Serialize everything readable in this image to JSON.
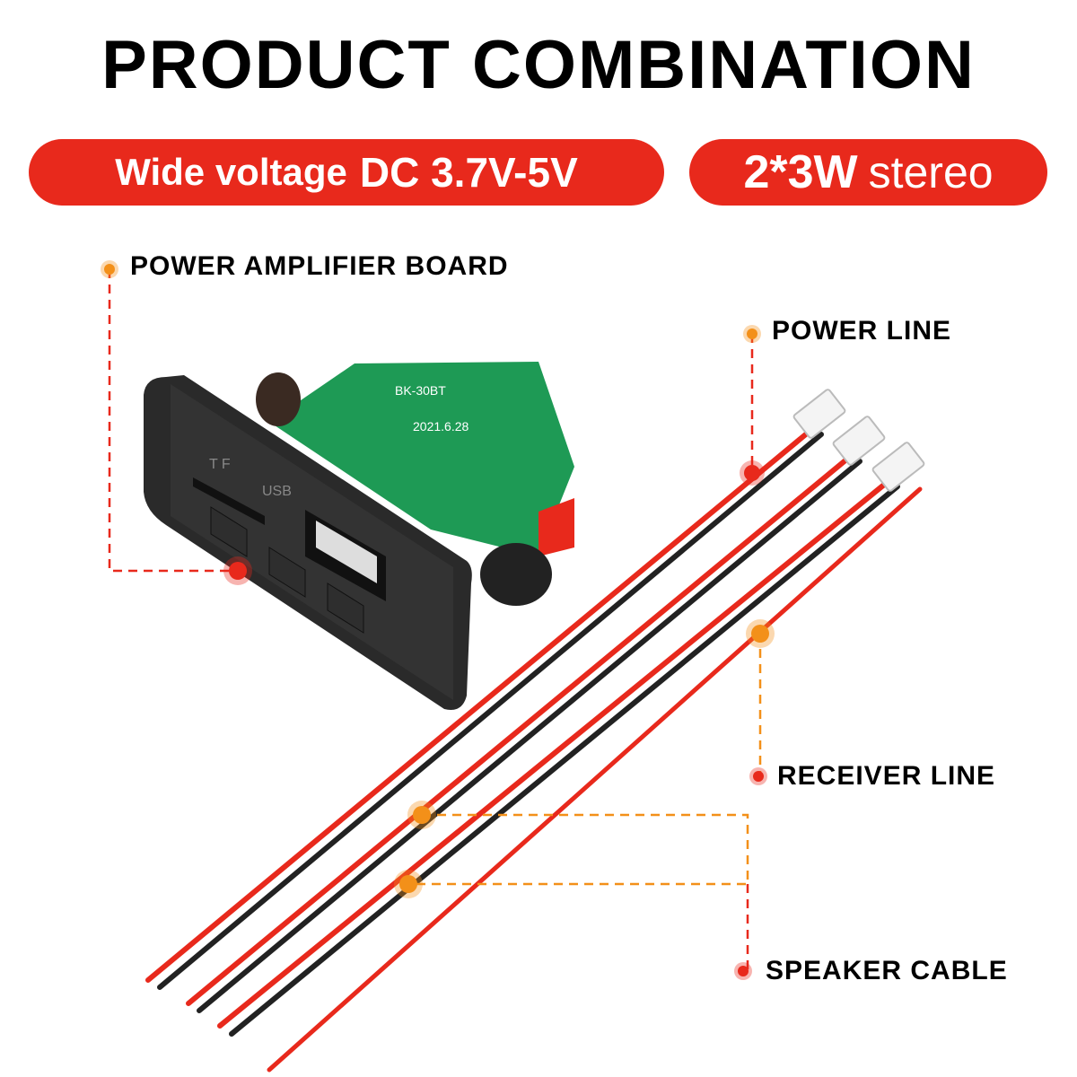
{
  "title": "PRODUCT COMBINATION",
  "badges": {
    "voltage": {
      "prefix": "Wide voltage",
      "value": "DC 3.7V-5V"
    },
    "power": {
      "value": "2*3W",
      "suffix": "stereo"
    }
  },
  "callouts": {
    "board": "POWER AMPLIFIER BOARD",
    "power_line": "POWER LINE",
    "receiver_line": "RECEIVER LINE",
    "speaker_cable": "SPEAKER CABLE"
  },
  "product_markings": {
    "tf": "T  F",
    "usb": "USB",
    "pcb": "BK-30BT",
    "date": "2021.6.28"
  },
  "colors": {
    "accent": "#e8291c",
    "callout_orange": "#f39019",
    "callout_red": "#e8291c",
    "pcb": "#1e9a55"
  }
}
